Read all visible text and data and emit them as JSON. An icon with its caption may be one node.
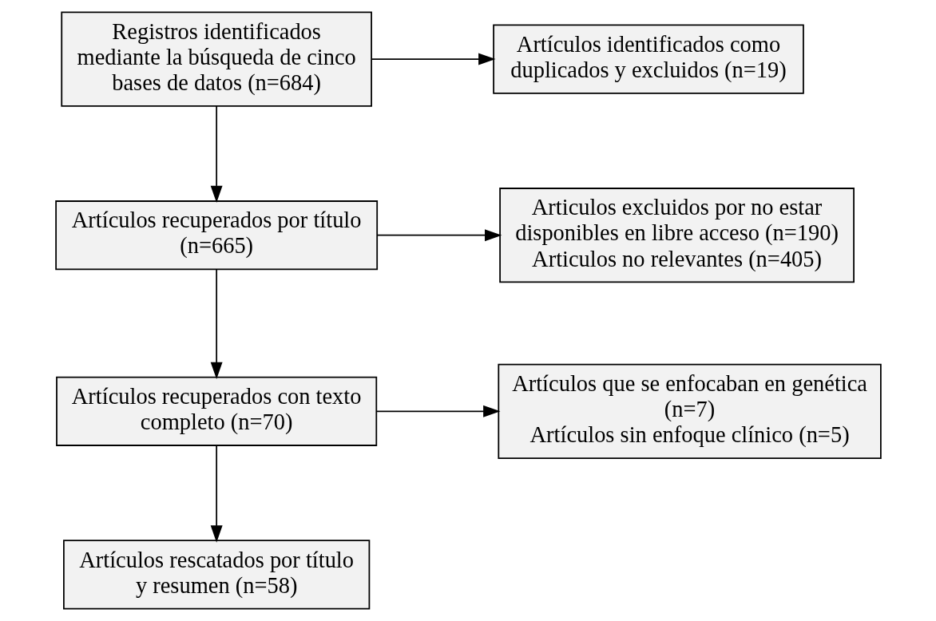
{
  "diagram": {
    "nodes": [
      {
        "text": [
          "Registros identificados mediante la búsqueda de cinco bases de datos (n=684)"
        ]
      },
      {
        "text": [
          "Artículos identificados como duplicados y excluidos (n=19)"
        ]
      },
      {
        "text": [
          "Artículos recuperados por título (n=665)"
        ]
      },
      {
        "text": [
          "Articulos excluidos por no estar disponibles en libre acceso (n=190)",
          "Articulos no relevantes (n=405)"
        ]
      },
      {
        "text": [
          "Artículos recuperados con texto completo (n=70)"
        ]
      },
      {
        "text": [
          "Artículos que se enfocaban en genética (n=7)",
          "Artículos sin enfoque clínico (n=5)"
        ]
      },
      {
        "text": [
          "Artículos rescatados por título y resumen (n=58)"
        ]
      }
    ],
    "edges": [
      {
        "from": 0,
        "to": 2,
        "arrow": "to"
      },
      {
        "from": 0,
        "to": 1,
        "arrow": "to"
      },
      {
        "from": 2,
        "to": 3,
        "arrow": "to"
      },
      {
        "from": 2,
        "to": 4,
        "arrow": "to"
      },
      {
        "from": 4,
        "to": 5,
        "arrow": "to"
      },
      {
        "from": 4,
        "to": 6,
        "arrow": "to"
      }
    ]
  }
}
